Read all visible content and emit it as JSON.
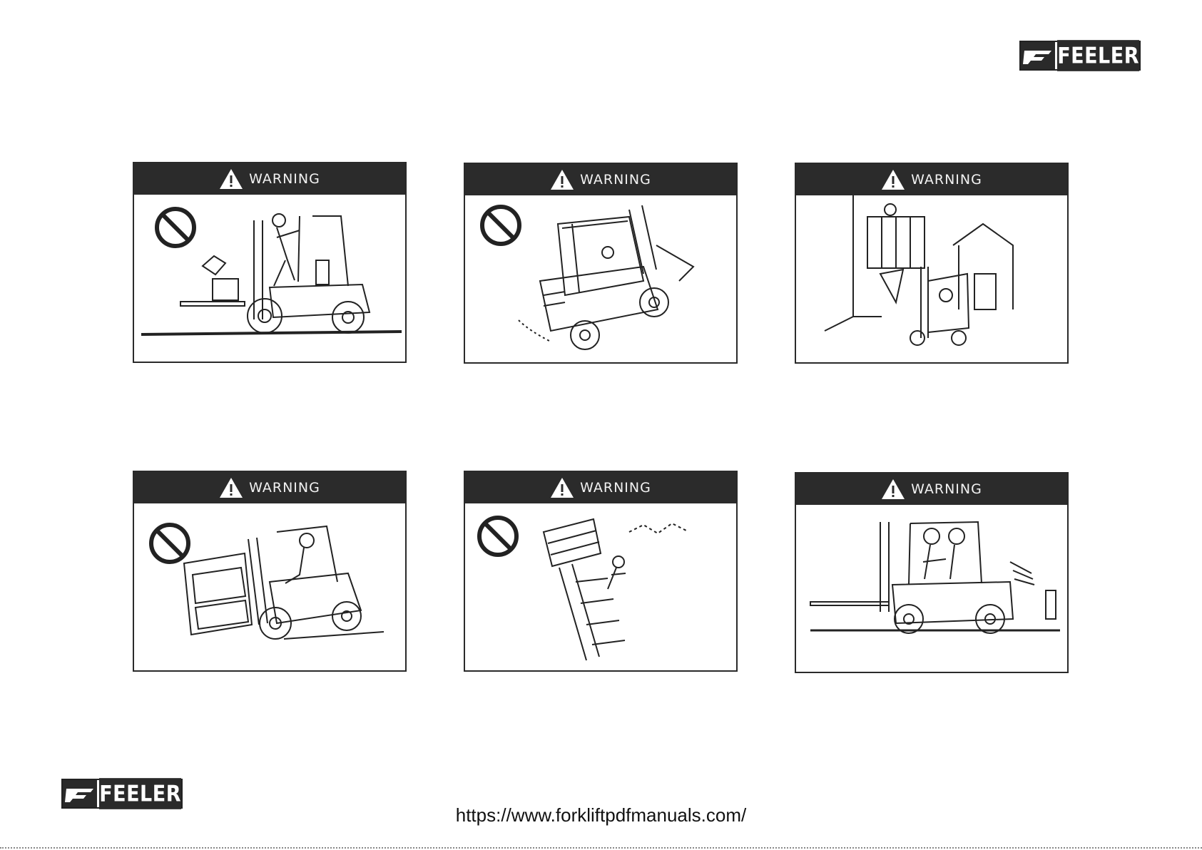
{
  "brand": {
    "name": "FEELER"
  },
  "panels": [
    {
      "header": "WARNING",
      "prohibited": true
    },
    {
      "header": "WARNING",
      "prohibited": true
    },
    {
      "header": "WARNING",
      "prohibited": false
    },
    {
      "header": "WARNING",
      "prohibited": true
    },
    {
      "header": "WARNING",
      "prohibited": true
    },
    {
      "header": "WARNING",
      "prohibited": false
    }
  ],
  "icons": {
    "warning": "warning-triangle-icon",
    "prohibition": "prohibition-sign-icon"
  },
  "footer": {
    "url": "https://www.forkliftpdfmanuals.com/"
  },
  "colors": {
    "header_bg": "#2b2b2b",
    "line": "#2a2a2a"
  }
}
